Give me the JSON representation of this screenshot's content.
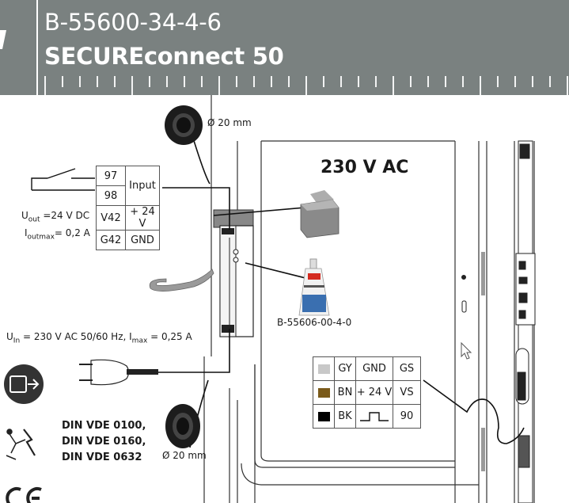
{
  "header": {
    "part_number": "B-55600-34-4-6",
    "product_name": "SECUREconnect 50"
  },
  "voltage_label": "230 V AC",
  "grommet_top_label": "Ø 20 mm",
  "grommet_bottom_label": "Ø 20 mm",
  "terminal_block": {
    "rows": [
      {
        "pin": "97",
        "function": "Input"
      },
      {
        "pin": "98",
        "function": ""
      },
      {
        "pin": "V42",
        "function": "+ 24 V"
      },
      {
        "pin": "G42",
        "function": "GND"
      }
    ]
  },
  "output_spec": {
    "line1_main": "U",
    "line1_sub": "out",
    "line1_rest": " =24 V DC",
    "line2_main": "I",
    "line2_sub": "outmax",
    "line2_rest": "= 0,2 A"
  },
  "input_spec": {
    "u_main": "U",
    "u_sub": "In",
    "u_rest": " = 230 V AC 50/60 Hz, I",
    "i_sub": "max",
    "i_rest": " = 0,25 A"
  },
  "grease_part": "B-55606-00-4-0",
  "standards": [
    "DIN VDE 0100,",
    "DIN VDE 0160,",
    "DIN VDE 0632"
  ],
  "ce_mark": "CE",
  "wire_legend": {
    "rows": [
      {
        "color": "#c8c8c8",
        "code": "GY",
        "function": "GND",
        "terminal": "GS"
      },
      {
        "color": "#7a5a1a",
        "code": "BN",
        "function": "+ 24 V",
        "terminal": "VS"
      },
      {
        "color": "#000000",
        "code": "BK",
        "function": "",
        "terminal": "90"
      }
    ]
  },
  "icons": [
    "plug-socket-icon",
    "electric-shock-warning-icon",
    "power-plug-icon",
    "cable-tie-icon",
    "grommet-icon",
    "grease-tube-icon",
    "mouse-cursor-icon"
  ]
}
